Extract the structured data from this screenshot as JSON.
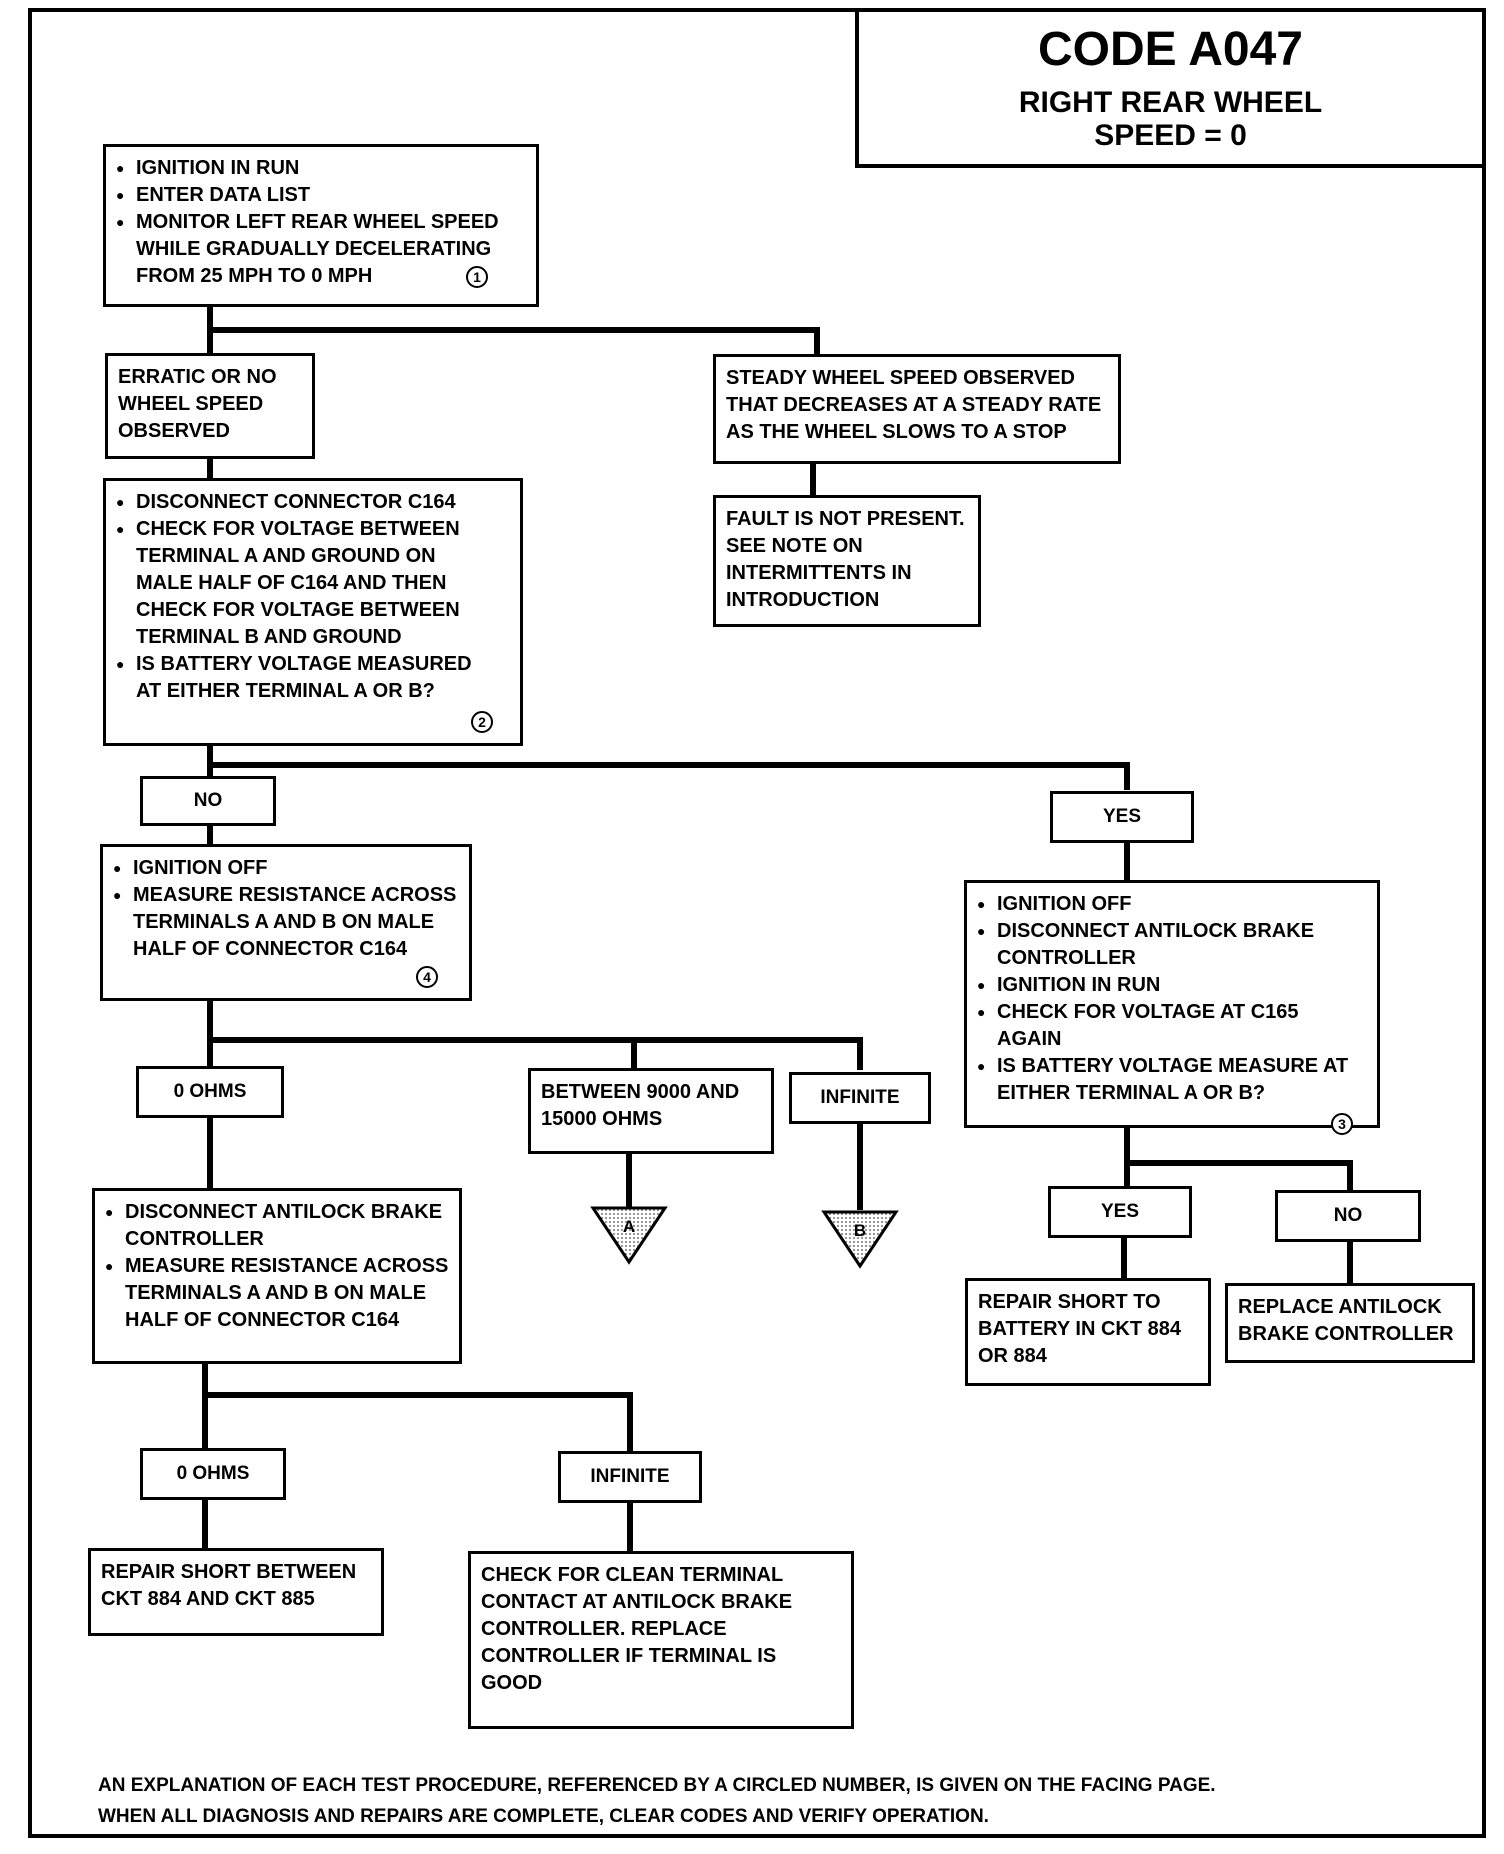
{
  "title": {
    "code": "CODE A047",
    "line1": "RIGHT REAR WHEEL",
    "line2": "SPEED = 0"
  },
  "boxes": {
    "start": {
      "lines": [
        "IGNITION IN RUN",
        "ENTER DATA LIST",
        "MONITOR LEFT REAR WHEEL SPEED",
        "WHILE GRADUALLY DECELERATING",
        "FROM 25 MPH TO 0 MPH"
      ],
      "ref": "1"
    },
    "erratic": {
      "lines": [
        "ERRATIC OR NO",
        "WHEEL SPEED",
        "OBSERVED"
      ]
    },
    "steady": {
      "lines": [
        "STEADY WHEEL SPEED OBSERVED",
        "THAT DECREASES AT A STEADY RATE",
        "AS THE WHEEL SLOWS TO A STOP"
      ]
    },
    "fault_not_present": {
      "lines": [
        "FAULT IS NOT PRESENT.",
        "SEE NOTE ON",
        "INTERMITTENTS IN",
        "INTRODUCTION"
      ]
    },
    "disconnect_c164": {
      "lines": [
        "DISCONNECT CONNECTOR C164",
        "CHECK FOR VOLTAGE BETWEEN",
        "TERMINAL A AND GROUND ON",
        "MALE HALF OF C164 AND THEN",
        "CHECK FOR VOLTAGE BETWEEN",
        "TERMINAL B AND GROUND",
        "IS BATTERY VOLTAGE MEASURED",
        "AT EITHER TERMINAL A OR B?"
      ],
      "ref": "2"
    },
    "measure_resistance": {
      "lines": [
        "IGNITION OFF",
        "MEASURE RESISTANCE ACROSS",
        "TERMINALS A AND B ON MALE",
        "HALF OF CONNECTOR C164"
      ],
      "ref": "4"
    },
    "check_c165": {
      "lines": [
        "IGNITION OFF",
        "DISCONNECT ANTILOCK BRAKE",
        "CONTROLLER",
        "IGNITION IN RUN",
        "CHECK FOR VOLTAGE AT C165",
        "AGAIN",
        "IS BATTERY VOLTAGE MEASURE AT",
        "EITHER TERMINAL A OR B?"
      ],
      "ref": "3"
    },
    "between_ohms": {
      "lines": [
        "BETWEEN 9000 AND",
        "15000 OHMS"
      ]
    },
    "disconnect_controller": {
      "lines": [
        "DISCONNECT ANTILOCK BRAKE",
        "CONTROLLER",
        "MEASURE RESISTANCE ACROSS",
        "TERMINALS A AND B ON MALE",
        "HALF OF CONNECTOR C164"
      ]
    },
    "repair_short_battery": {
      "lines": [
        "REPAIR SHORT TO",
        "BATTERY IN CKT 884",
        "OR 884"
      ]
    },
    "replace_controller": {
      "lines": [
        "REPLACE ANTILOCK",
        "BRAKE CONTROLLER"
      ]
    },
    "repair_short_ckt": {
      "lines": [
        "REPAIR SHORT BETWEEN",
        "CKT 884 AND CKT 885"
      ]
    },
    "check_clean": {
      "lines": [
        "CHECK FOR CLEAN TERMINAL",
        "CONTACT AT ANTILOCK BRAKE",
        "CONTROLLER. REPLACE",
        "CONTROLLER IF TERMINAL IS",
        "GOOD"
      ]
    }
  },
  "labels": {
    "no_1": "NO",
    "yes_1": "YES",
    "zero_ohms_1": "0 OHMS",
    "infinite_1": "INFINITE",
    "yes_2": "YES",
    "no_2": "NO",
    "zero_ohms_2": "0 OHMS",
    "infinite_2": "INFINITE"
  },
  "connectors": {
    "a": "A",
    "b": "B"
  },
  "footer": {
    "line1": "AN EXPLANATION OF EACH TEST PROCEDURE, REFERENCED BY A CIRCLED NUMBER, IS GIVEN ON THE FACING PAGE.",
    "line2": "WHEN ALL DIAGNOSIS AND REPAIRS ARE COMPLETE, CLEAR CODES AND VERIFY OPERATION."
  }
}
